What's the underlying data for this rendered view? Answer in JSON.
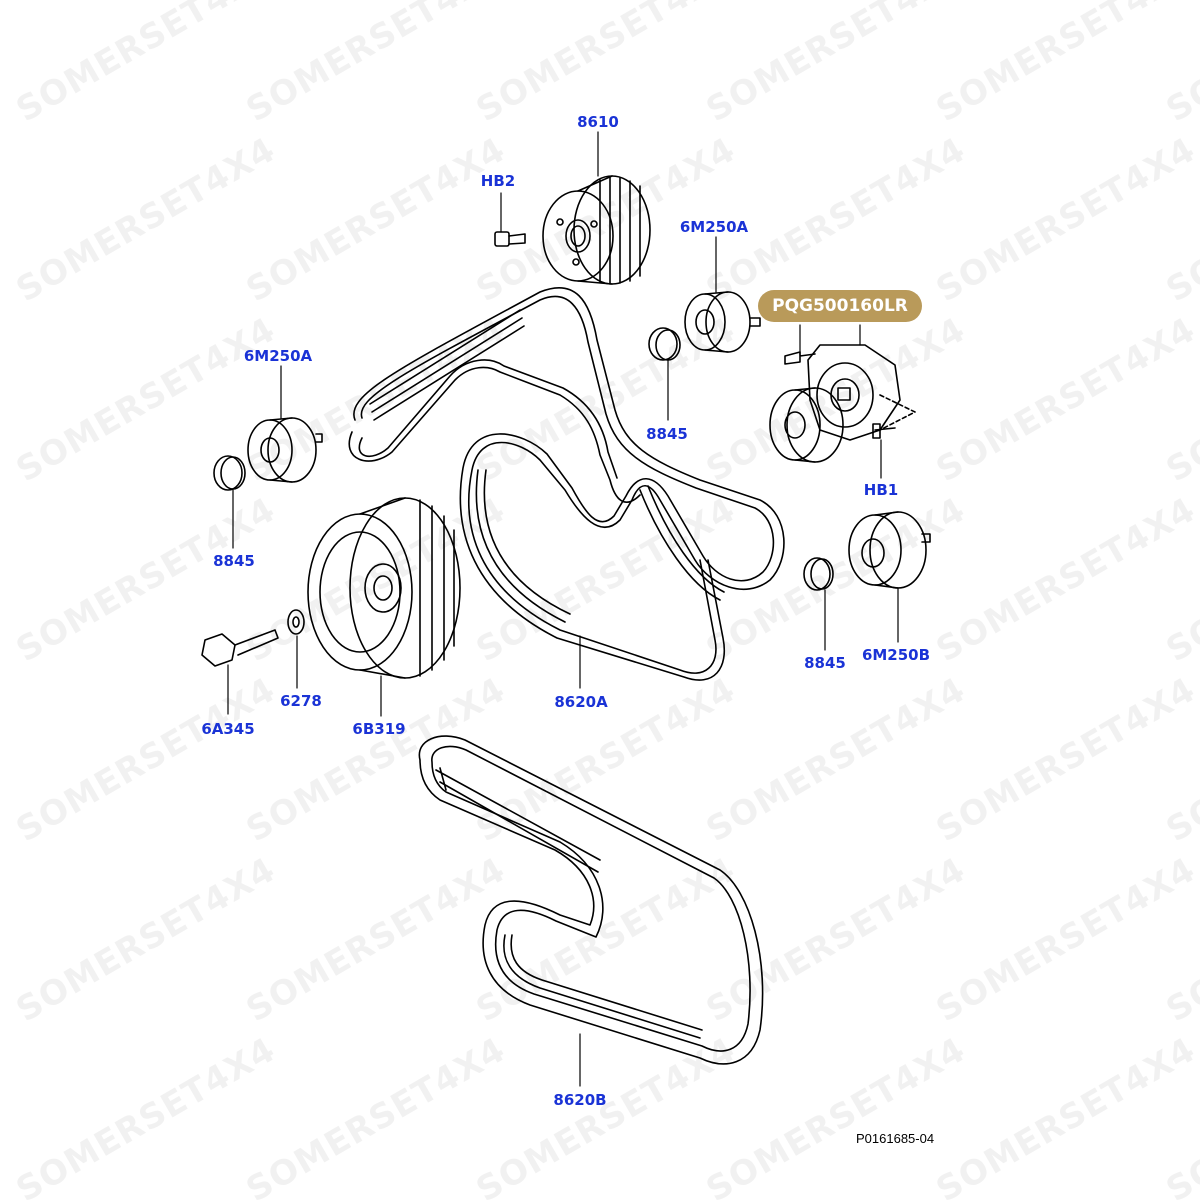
{
  "watermark": "SOMERSET4X4",
  "badge": {
    "text": "PQG500160LR"
  },
  "figure_ref": "P0161685-04",
  "labels": {
    "p8610": "8610",
    "hb2": "HB2",
    "m250a_top": "6M250A",
    "m250a_left": "6M250A",
    "n8845_top": "8845",
    "n8845_left": "8845",
    "n8845_right": "8845",
    "hb1": "HB1",
    "m250b": "6M250B",
    "a345": "6A345",
    "n6278": "6278",
    "b319": "6B319",
    "a8620": "8620A",
    "b8620": "8620B"
  },
  "colors": {
    "label": "#1a33d6",
    "badge": "#b99a5a",
    "line": "#000000"
  }
}
